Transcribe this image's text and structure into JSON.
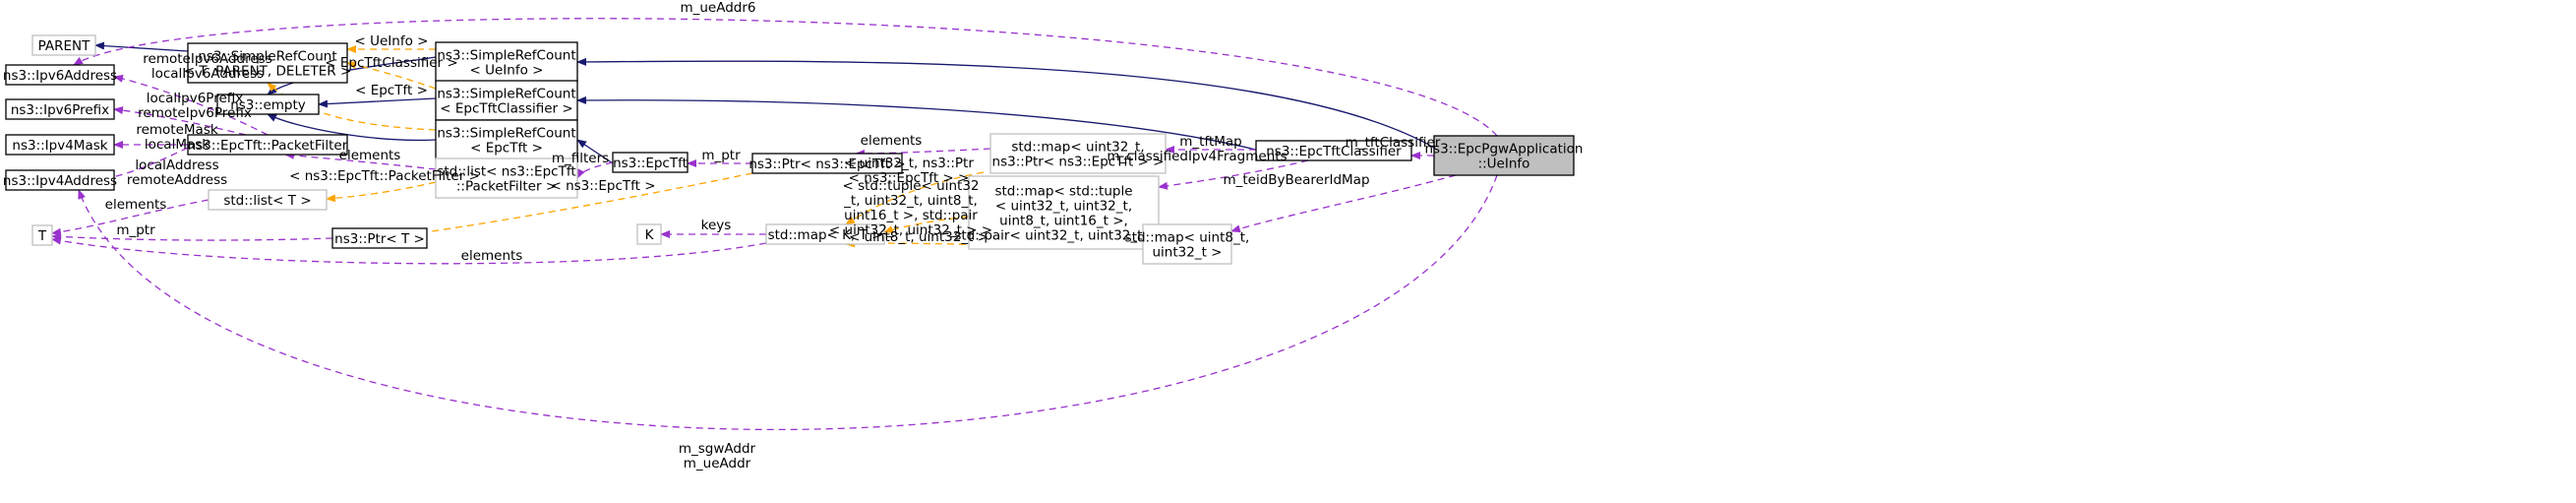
{
  "colors": {
    "inheritance": "#191970",
    "member_usage": "#9a32cd",
    "template_instance": "#ffa500",
    "focus_fill": "#bfbfbf",
    "gray_border": "#bfbfbf"
  },
  "nodes": {
    "parent": [
      "PARENT"
    ],
    "ipv6address": [
      "ns3::Ipv6Address"
    ],
    "ipv6prefix": [
      "ns3::Ipv6Prefix"
    ],
    "ipv4mask": [
      "ns3::Ipv4Mask"
    ],
    "ipv4address": [
      "ns3::Ipv4Address"
    ],
    "t": [
      "T"
    ],
    "simplerefcount": [
      "ns3::SimpleRefCount",
      "< T, PARENT, DELETER >"
    ],
    "empty": [
      "ns3::empty"
    ],
    "packetfilter": [
      "ns3::EpcTft::PacketFilter"
    ],
    "listT": [
      "std::list< T >"
    ],
    "ptrT": [
      "ns3::Ptr< T >"
    ],
    "src_ueinfo": [
      "ns3::SimpleRefCount",
      "< UeInfo >"
    ],
    "src_classifier": [
      "ns3::SimpleRefCount",
      "< EpcTftClassifier >"
    ],
    "src_epctft": [
      "ns3::SimpleRefCount",
      "< EpcTft >"
    ],
    "list_pf": [
      "std::list< ns3::EpcTft",
      "::PacketFilter >"
    ],
    "epctft": [
      "ns3::EpcTft"
    ],
    "k": [
      "K"
    ],
    "ptr_epctft": [
      "ns3::Ptr< ns3::EpcTft >"
    ],
    "map_ptr": [
      "std::map< uint32_t,",
      "ns3::Ptr< ns3::EpcTft > >"
    ],
    "map_kt": [
      "std::map< K, T >"
    ],
    "map_tuple": [
      "std::map< std::tuple",
      "< uint32_t, uint32_t,",
      "uint8_t, uint16_t >,",
      "std::pair< uint32_t, uint32_t > >"
    ],
    "map_u8": [
      "std::map< uint8_t,",
      "uint32_t >"
    ],
    "classifier": [
      "ns3::EpcTftClassifier"
    ],
    "ueinfo": [
      "ns3::EpcPgwApplication",
      "::UeInfo"
    ]
  },
  "edge_labels": {
    "m_ueAddr6": [
      "m_ueAddr6"
    ],
    "ueinfo_tmpl": [
      "< UeInfo >"
    ],
    "classifier_tmpl": [
      "< EpcTftClassifier >"
    ],
    "epctft_tmpl": [
      "< EpcTft >"
    ],
    "ipv6addr": [
      "remoteIpv6Address",
      "localIpv6Address"
    ],
    "ipv6prefix": [
      "localIpv6Prefix",
      "remoteIpv6Prefix"
    ],
    "ipv4mask": [
      "remoteMask",
      "localMask"
    ],
    "ipv4addr": [
      "localAddress",
      "remoteAddress"
    ],
    "pf_elements": [
      "elements"
    ],
    "pf_tmpl": [
      "< ns3::EpcTft::PacketFilter >"
    ],
    "list_elements": [
      "elements"
    ],
    "t_ptr": [
      "m_ptr"
    ],
    "t_elements": [
      "elements"
    ],
    "m_filters": [
      "m_filters"
    ],
    "m_ptr": [
      "m_ptr"
    ],
    "epctft_ptr_tmpl": [
      "< ns3::EpcTft >"
    ],
    "map_elements": [
      "elements"
    ],
    "keys": [
      "keys"
    ],
    "map_ptr_tmpl": [
      "< uint32_t, ns3::Ptr",
      "< ns3::EpcTft > >"
    ],
    "map_tuple_tmpl": [
      "< std::tuple< uint32",
      "_t, uint32_t, uint8_t,",
      "uint16_t >, std::pair",
      "< uint32_t, uint32_t > >"
    ],
    "map_u8_tmpl": [
      "< uint8_t, uint32_t >"
    ],
    "m_tftMap": [
      "m_tftMap"
    ],
    "m_classifiedIpv4Fragments": [
      "m_classifiedIpv4Fragments"
    ],
    "m_tftClassifier": [
      "m_tftClassifier"
    ],
    "m_teidByBearerIdMap": [
      "m_teidByBearerIdMap"
    ],
    "sgw": [
      "m_sgwAddr",
      "m_ueAddr"
    ]
  }
}
